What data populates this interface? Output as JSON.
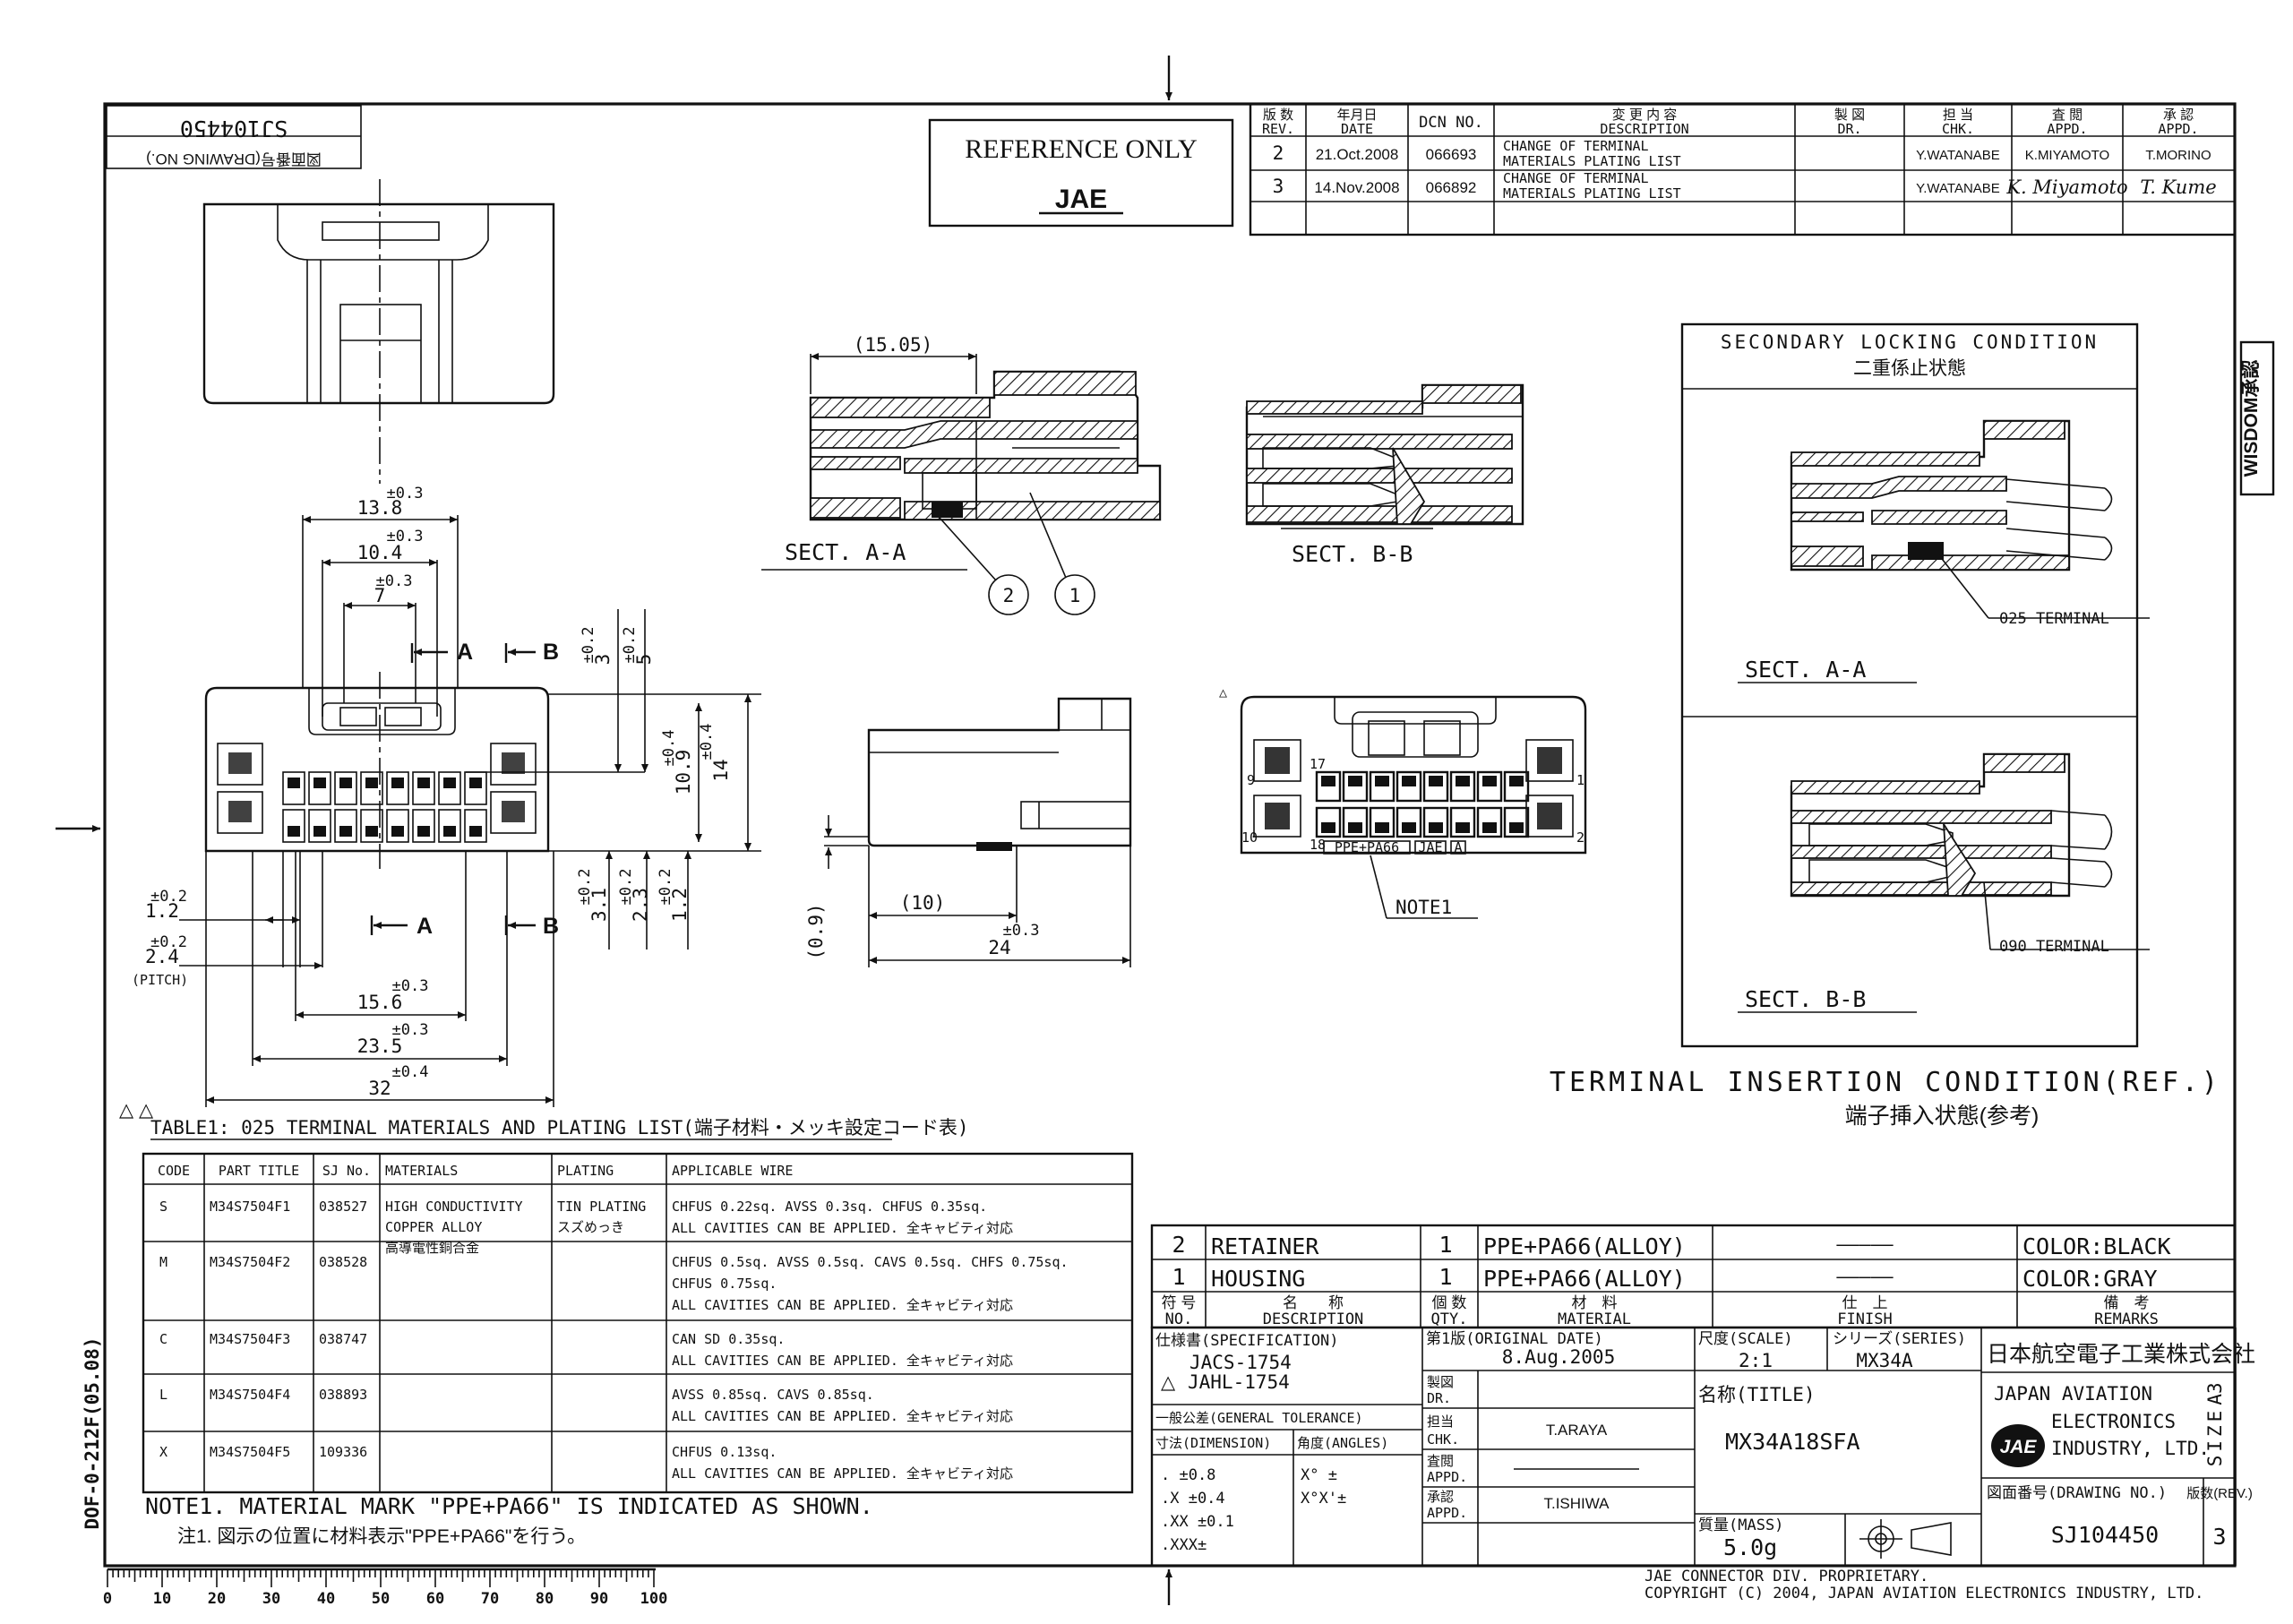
{
  "drawing_no_rotated": "SJ104450",
  "drawing_no_label": "図面番号(DRAWING NO.)",
  "reference": {
    "line1": "REFERENCE ONLY",
    "line2": "JAE"
  },
  "wisdom_stamp": "WISDOM承認",
  "form_no": "DOF-0-212F(05.08)",
  "revision_table": {
    "headers": [
      {
        "jp": "版 数",
        "en": "REV."
      },
      {
        "jp": "年月日",
        "en": "DATE"
      },
      {
        "jp": "",
        "en": "DCN NO."
      },
      {
        "jp": "変 更 内 容",
        "en": "DESCRIPTION"
      },
      {
        "jp": "製 図",
        "en": "DR."
      },
      {
        "jp": "担 当",
        "en": "CHK."
      },
      {
        "jp": "査 閲",
        "en": "APPD."
      },
      {
        "jp": "承 認",
        "en": "APPD."
      }
    ],
    "rows": [
      {
        "rev": "2",
        "date": "21.Oct.2008",
        "dcn": "066693",
        "desc1": "CHANGE OF TERMINAL",
        "desc2": "MATERIALS PLATING LIST",
        "dr": "",
        "chk": "Y.WATANABE",
        "appd1": "K.MIYAMOTO",
        "appd2": "T.MORINO"
      },
      {
        "rev": "3",
        "date": "14.Nov.2008",
        "dcn": "066892",
        "desc1": "CHANGE OF TERMINAL",
        "desc2": "MATERIALS PLATING LIST",
        "dr": "",
        "chk": "Y.WATANABE",
        "appd1": "K. Miyamoto",
        "appd2": "T. Kume"
      }
    ]
  },
  "views": {
    "sect_aa_label": "SECT. A-A",
    "sect_bb_label": "SECT. B-B",
    "dim_1505": "(15.05)",
    "callout_1": "1",
    "callout_2": "2",
    "dim_10": "(10)",
    "dim_09": "(0.9)",
    "dim_24": "24",
    "tol_03": "±0.3",
    "tol_04": "±0.4",
    "tol_02": "±0.2",
    "dim_138": "13.8",
    "dim_104": "10.4",
    "dim_7": "7",
    "dim_3": "3",
    "dim_5": "5",
    "dim_109": "10.9",
    "dim_14": "14",
    "dim_31": "3.1",
    "dim_23": "2.3",
    "dim_12v": "1.2",
    "dim_12": "1.2",
    "dim_24p": "2.4",
    "pitch": "(PITCH)",
    "dim_156": "15.6",
    "dim_235": "23.5",
    "dim_32": "32",
    "arrow_a": "A",
    "arrow_b": "B",
    "note1_label": "NOTE1",
    "mark_label": "PPE+PA66",
    "mark_jae": "JAE",
    "mark_a": "A",
    "cavity_9": "9",
    "cavity_10": "10",
    "cavity_1": "1",
    "cavity_2": "2",
    "cavity_17": "17",
    "cavity_18": "18"
  },
  "secondary": {
    "title_en": "SECONDARY LOCKING CONDITION",
    "title_jp": "二重係止状態",
    "term025": "025 TERMINAL",
    "term090": "090 TERMINAL",
    "sect_aa": "SECT. A-A",
    "sect_bb": "SECT. B-B",
    "insertion_en": "TERMINAL INSERTION CONDITION(REF.)",
    "insertion_jp": "端子挿入状態(参考)"
  },
  "materials_table": {
    "title": "TABLE1: 025 TERMINAL MATERIALS AND PLATING LIST(端子材料・メッキ設定コード表)",
    "headers": [
      "CODE",
      "PART TITLE",
      "SJ No.",
      "MATERIALS",
      "PLATING",
      "APPLICABLE WIRE"
    ],
    "material_text": [
      "HIGH CONDUCTIVITY",
      "COPPER ALLOY",
      "高導電性銅合金"
    ],
    "plating_text": [
      "TIN PLATING",
      "スズめっき"
    ],
    "rows": [
      {
        "code": "S",
        "part": "M34S7504F1",
        "sj": "038527",
        "wire": [
          "CHFUS 0.22sq.  AVSS 0.3sq.  CHFUS 0.35sq.",
          "ALL CAVITIES CAN BE APPLIED. 全キャビティ対応"
        ]
      },
      {
        "code": "M",
        "part": "M34S7504F2",
        "sj": "038528",
        "wire": [
          "CHFUS 0.5sq.  AVSS 0.5sq.  CAVS 0.5sq.  CHFS 0.75sq.",
          "CHFUS 0.75sq.",
          "ALL CAVITIES CAN BE APPLIED. 全キャビティ対応"
        ]
      },
      {
        "code": "C",
        "part": "M34S7504F3",
        "sj": "038747",
        "wire": [
          "CAN SD 0.35sq.",
          "ALL CAVITIES CAN BE APPLIED. 全キャビティ対応"
        ]
      },
      {
        "code": "L",
        "part": "M34S7504F4",
        "sj": "038893",
        "wire": [
          "AVSS 0.85sq.  CAVS 0.85sq.",
          "ALL CAVITIES CAN BE APPLIED. 全キャビティ対応"
        ]
      },
      {
        "code": "X",
        "part": "M34S7504F5",
        "sj": "109336",
        "wire": [
          "CHFUS 0.13sq.",
          "ALL CAVITIES CAN BE APPLIED. 全キャビティ対応"
        ]
      }
    ]
  },
  "notes": {
    "note1_en": "NOTE1. MATERIAL MARK \"PPE+PA66\" IS INDICATED AS SHOWN.",
    "note1_jp": "注1. 図示の位置に材料表示\"PPE+PA66\"を行う。"
  },
  "bom": {
    "rows": [
      {
        "no": "2",
        "desc": "RETAINER",
        "qty": "1",
        "material": "PPE+PA66(ALLOY)",
        "finish": "—————",
        "remarks": "COLOR:BLACK"
      },
      {
        "no": "1",
        "desc": "HOUSING",
        "qty": "1",
        "material": "PPE+PA66(ALLOY)",
        "finish": "—————",
        "remarks": "COLOR:GRAY"
      }
    ],
    "headers": {
      "no_jp": "符 号",
      "no_en": "NO.",
      "desc_jp": "名　　称",
      "desc_en": "DESCRIPTION",
      "qty_jp": "個 数",
      "qty_en": "QTY.",
      "mat_jp": "材　料",
      "mat_en": "MATERIAL",
      "fin_jp": "仕　上",
      "fin_en": "FINISH",
      "rem_jp": "備　考",
      "rem_en": "REMARKS"
    }
  },
  "title_block": {
    "spec_label": "仕様書(SPECIFICATION)",
    "spec1": "JACS-1754",
    "spec2": "JAHL-1754",
    "orig_label": "第1版(ORIGINAL DATE)",
    "orig_date": "8.Aug.2005",
    "scale_label": "尺度(SCALE)",
    "scale": "2:1",
    "series_label": "シリーズ(SERIES)",
    "series": "MX34A",
    "company_jp": "日本航空電子工業株式会社",
    "company_en1": "JAPAN AVIATION",
    "company_en2": "ELECTRONICS",
    "company_en3": "INDUSTRY, LTD.",
    "logo": "JAE",
    "size_label": "SIZE",
    "size": "A3",
    "dr_label_jp": "製図",
    "dr_label_en": "DR.",
    "chk_label_jp": "担当",
    "chk_label_en": "CHK.",
    "chk": "T.ARAYA",
    "appd1_label_jp": "査閲",
    "appd1_label_en": "APPD.",
    "appd2_label_jp": "承認",
    "appd2_label_en": "APPD.",
    "appd2": "T.ISHIWA",
    "tol_label": "一般公差(GENERAL TOLERANCE)",
    "dim_label": "寸法(DIMENSION)",
    "ang_label": "角度(ANGLES)",
    "tol_rows": [
      ".    ±0.8",
      ".X   ±0.4",
      ".XX  ±0.1",
      ".XXX±"
    ],
    "ang_rows": [
      "X°  ±",
      "X°X'±"
    ],
    "title_label": "名称(TITLE)",
    "title": "MX34A18SFA",
    "mass_label": "質量(MASS)",
    "mass": "5.0g",
    "drawing_label": "図面番号(DRAWING NO.)",
    "drawing_no": "SJ104450",
    "rev_label": "版数(REV.)",
    "rev": "3",
    "proprietary": "JAE CONNECTOR DIV. PROPRIETARY.",
    "copyright": "COPYRIGHT (C) 2004, JAPAN AVIATION ELECTRONICS INDUSTRY, LTD."
  },
  "ruler": {
    "labels": [
      "0",
      "10",
      "20",
      "30",
      "40",
      "50",
      "60",
      "70",
      "80",
      "90",
      "100"
    ]
  }
}
